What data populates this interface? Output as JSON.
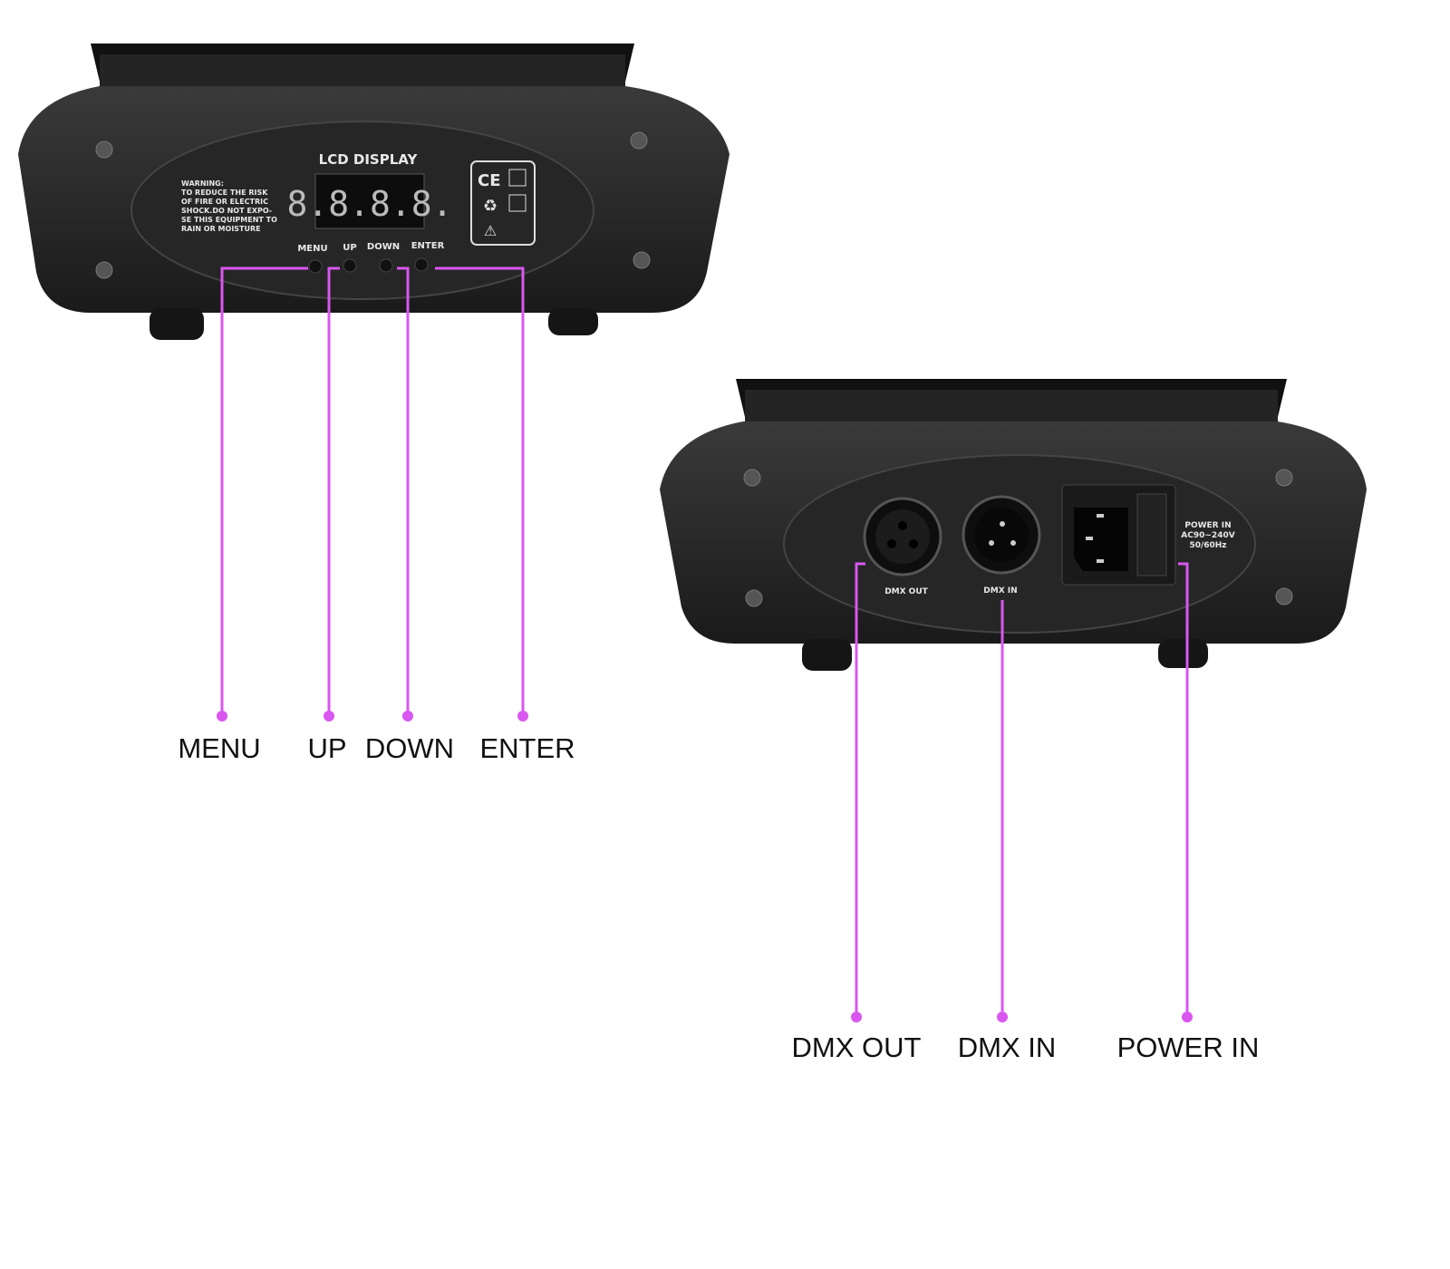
{
  "front_panel": {
    "lcd_title": "LCD DISPLAY",
    "lcd_readout": "8.8.8.8.",
    "warning_lines": [
      "WARNING:",
      "TO REDUCE THE RISK",
      "OF FIRE OR ELECTRIC",
      "SHOCK.DO NOT EXPO-",
      "SE THIS EQUIPMENT TO",
      "RAIN OR MOISTURE"
    ],
    "button_labels": [
      "MENU",
      "UP",
      "DOWN",
      "ENTER"
    ],
    "cert_marks": [
      "CE"
    ]
  },
  "rear_panel": {
    "connector_labels": [
      "DMX OUT",
      "DMX IN"
    ],
    "power_lines": [
      "POWER IN",
      "AC90~240V",
      "50/60Hz"
    ]
  },
  "callouts_left": [
    "MENU",
    "UP",
    "DOWN",
    "ENTER"
  ],
  "callouts_right": [
    "DMX OUT",
    "DMX IN",
    "POWER IN"
  ],
  "colors": {
    "callout": "#d957f0",
    "body": "#2a2a2a",
    "background": "#ffffff"
  }
}
